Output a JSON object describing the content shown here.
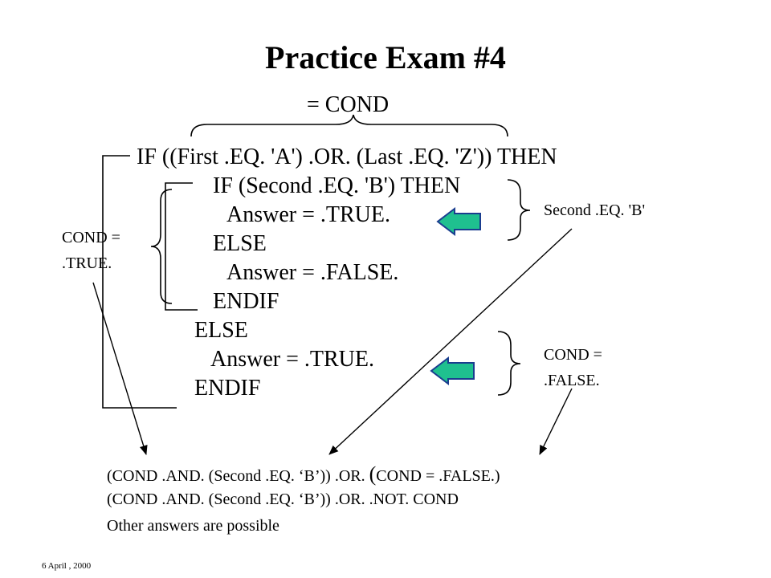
{
  "slide": {
    "title": "Practice Exam #4",
    "cond_brace_label": "= COND",
    "code_lines": [
      "IF ((First .EQ. 'A') .OR. (Last .EQ. 'Z')) THEN",
      "IF (Second .EQ. 'B') THEN",
      "Answer = .TRUE.",
      "ELSE",
      "Answer = .FALSE.",
      "ENDIF",
      "ELSE",
      "Answer = .TRUE.",
      "ENDIF"
    ],
    "annotations": {
      "cond_true_line1": "COND =",
      "cond_true_line2": ".TRUE.",
      "second_eq_b": "Second .EQ. 'B'",
      "cond_false_line1": "COND =",
      "cond_false_line2": ".FALSE."
    },
    "answers": {
      "line1_part1": "(COND .AND. (Second .EQ. ‘B’)) .OR. ",
      "line1_paren": "(",
      "line1_part2": "COND = .FALSE.)",
      "line2": "(COND .AND. (Second .EQ. ‘B’)) .OR. .NOT. COND",
      "line3": "Other answers are possible"
    },
    "footer_date": "6 April , 2000"
  },
  "colors": {
    "arrow_fill": "#1fc08f",
    "arrow_stroke": "#1a3d8f",
    "text": "#000000",
    "background": "#ffffff"
  }
}
